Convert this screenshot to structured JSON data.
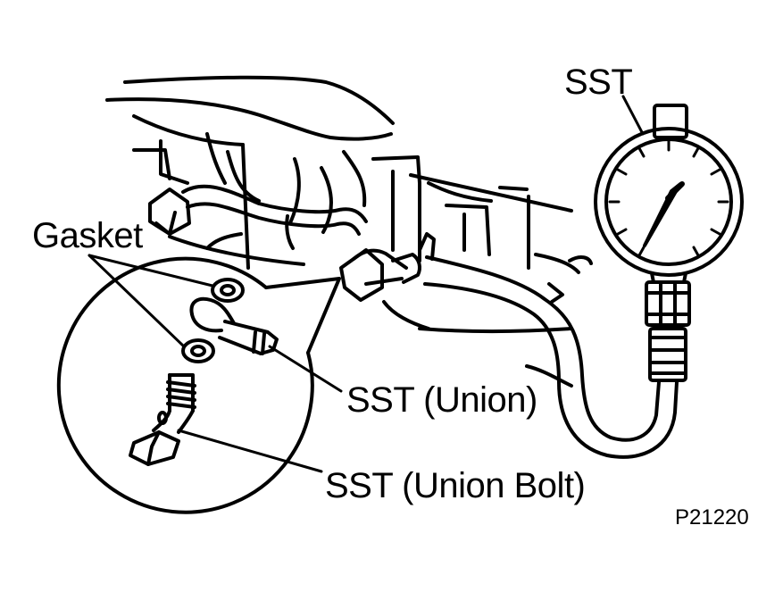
{
  "labels": {
    "sst_gauge": "SST",
    "gasket": "Gasket",
    "sst_union": "SST (Union)",
    "sst_union_bolt": "SST (Union Bolt)",
    "figure_code": "P21220"
  },
  "colors": {
    "ink": "#000000",
    "paper": "#ffffff"
  }
}
